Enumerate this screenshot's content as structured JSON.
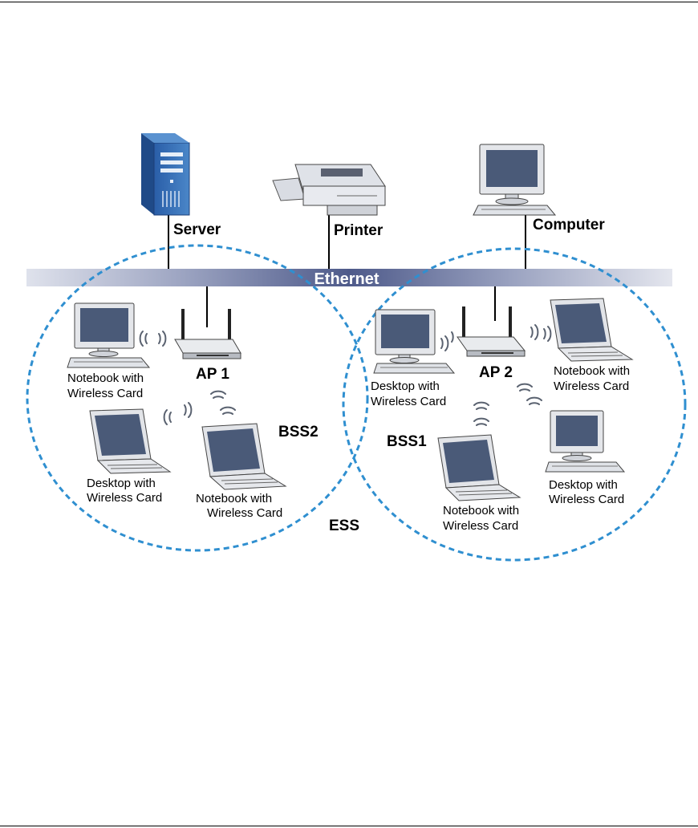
{
  "labels": {
    "server": "Server",
    "printer": "Printer",
    "computer": "Computer",
    "ethernet": "Ethernet",
    "ap1": "AP 1",
    "ap2": "AP 2",
    "bss2": "BSS2",
    "bss1": "BSS1",
    "ess": "ESS"
  },
  "clients": {
    "left_top": [
      "Notebook with",
      "Wireless Card"
    ],
    "left_bottom_left": [
      "Desktop with",
      "Wireless Card"
    ],
    "left_bottom_right": [
      "Notebook with",
      "Wireless Card"
    ],
    "right_top_left": [
      "Desktop with",
      "Wireless Card"
    ],
    "right_top_right": [
      "Notebook with",
      "Wireless Card"
    ],
    "right_bottom_center": [
      "Notebook with",
      "Wireless Card"
    ],
    "right_bottom_right": [
      "Desktop with",
      "Wireless Card"
    ]
  },
  "colors": {
    "bss_circle": "#2f8fd0",
    "ethernet_dark": "#4e5a8a",
    "screen": "#4a5a78",
    "device_body": "#e6e8ec",
    "server_blue": "#3570b8"
  },
  "icons": [
    "server-icon",
    "printer-icon",
    "computer-icon",
    "access-point-icon",
    "desktop-icon",
    "notebook-icon",
    "wireless-signal-icon"
  ]
}
